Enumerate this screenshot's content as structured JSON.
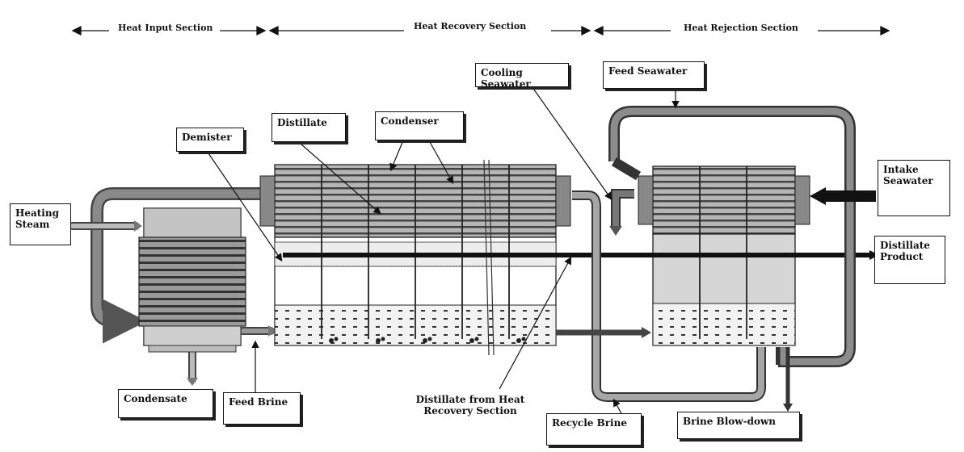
{
  "sections": {
    "input": "Heat Input Section",
    "recovery": "Heat Recovery Section",
    "rejection": "Heat Rejection Section"
  },
  "labels": {
    "heating_steam": "Heating Steam",
    "demister": "Demister",
    "distillate": "Distillate",
    "condenser": "Condenser",
    "cooling_seawater": "Cooling Seawater",
    "feed_seawater": "Feed Seawater",
    "intake_seawater": "Intake Seawater",
    "distillate_product": "Distillate Product",
    "condensate": "Condensate",
    "feed_brine": "Feed Brine",
    "distillate_from_recovery": "Distillate from Heat Recovery Section",
    "recycle_brine": "Recycle Brine",
    "brine_blowdown": "Brine Blow-down"
  }
}
